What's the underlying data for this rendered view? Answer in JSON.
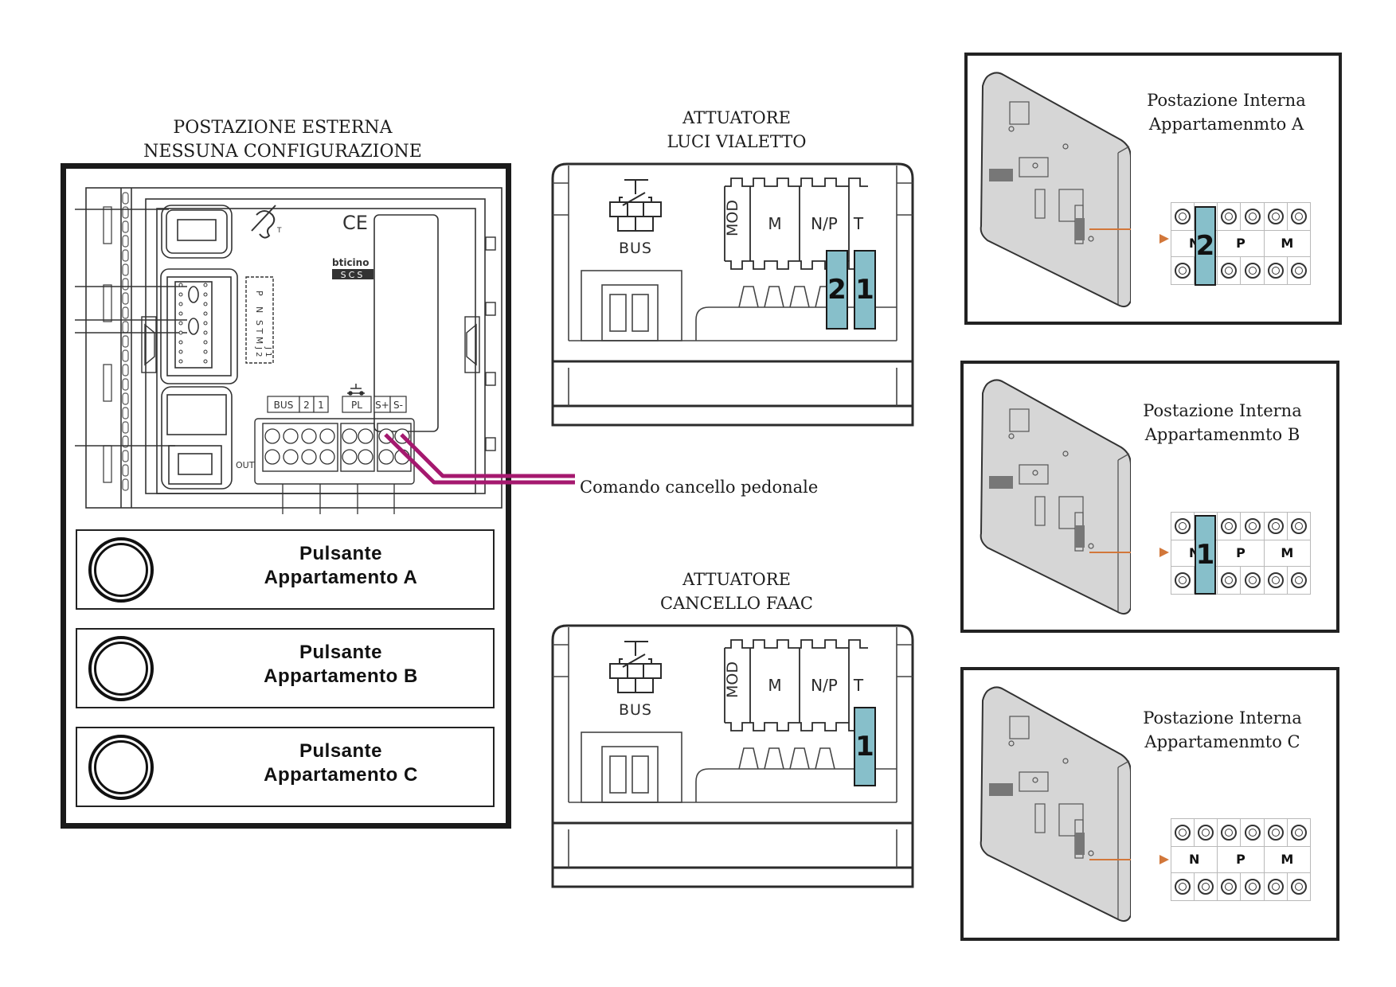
{
  "external_station": {
    "title_line1": "POSTAZIONE ESTERNA",
    "title_line2": "NESSUNA CONFIGURAZIONE",
    "brand": "bticino",
    "brand_sub": "SCS",
    "ce_mark": "CE",
    "config_slots": [
      "P",
      "N",
      "S T M",
      "J 1",
      "J 2"
    ],
    "terminal_labels": [
      "BUS",
      "2",
      "1",
      "PL",
      "S+",
      "S-"
    ],
    "out_label": "OUT",
    "buttons": [
      {
        "line1": "Pulsante",
        "line2": "Appartamento A"
      },
      {
        "line1": "Pulsante",
        "line2": "Appartamento B"
      },
      {
        "line1": "Pulsante",
        "line2": "Appartamento C"
      }
    ]
  },
  "wire": {
    "label": "Comando cancello pedonale",
    "color": "#a5196f"
  },
  "actuators": [
    {
      "title_line1": "ATTUATORE",
      "title_line2": "LUCI VIALETTO",
      "bus_label": "BUS",
      "slots": [
        "MOD",
        "M",
        "N/P",
        "T"
      ],
      "jumpers": [
        {
          "slot": "N/P",
          "value": "2"
        },
        {
          "slot": "T",
          "value": "1"
        }
      ]
    },
    {
      "title_line1": "ATTUATORE",
      "title_line2": "CANCELLO FAAC",
      "bus_label": "BUS",
      "slots": [
        "MOD",
        "M",
        "N/P",
        "T"
      ],
      "jumpers": [
        {
          "slot": "T",
          "value": "1"
        }
      ]
    }
  ],
  "internal_stations": [
    {
      "title_line1": "Postazione Interna",
      "title_line2": "Appartamenmto A",
      "slots": [
        "N",
        "P",
        "M"
      ],
      "jumper": {
        "slot": "N",
        "value": "2"
      }
    },
    {
      "title_line1": "Postazione Interna",
      "title_line2": "Appartamenmto B",
      "slots": [
        "N",
        "P",
        "M"
      ],
      "jumper": {
        "slot": "N",
        "value": "1"
      }
    },
    {
      "title_line1": "Postazione Interna",
      "title_line2": "Appartamenmto C",
      "slots": [
        "N",
        "P",
        "M"
      ],
      "jumper": null
    }
  ],
  "colors": {
    "jumper_fill": "#87bfca",
    "arrow": "#d2773a",
    "device_gray": "#d8d8d8",
    "wire": "#a5196f"
  }
}
